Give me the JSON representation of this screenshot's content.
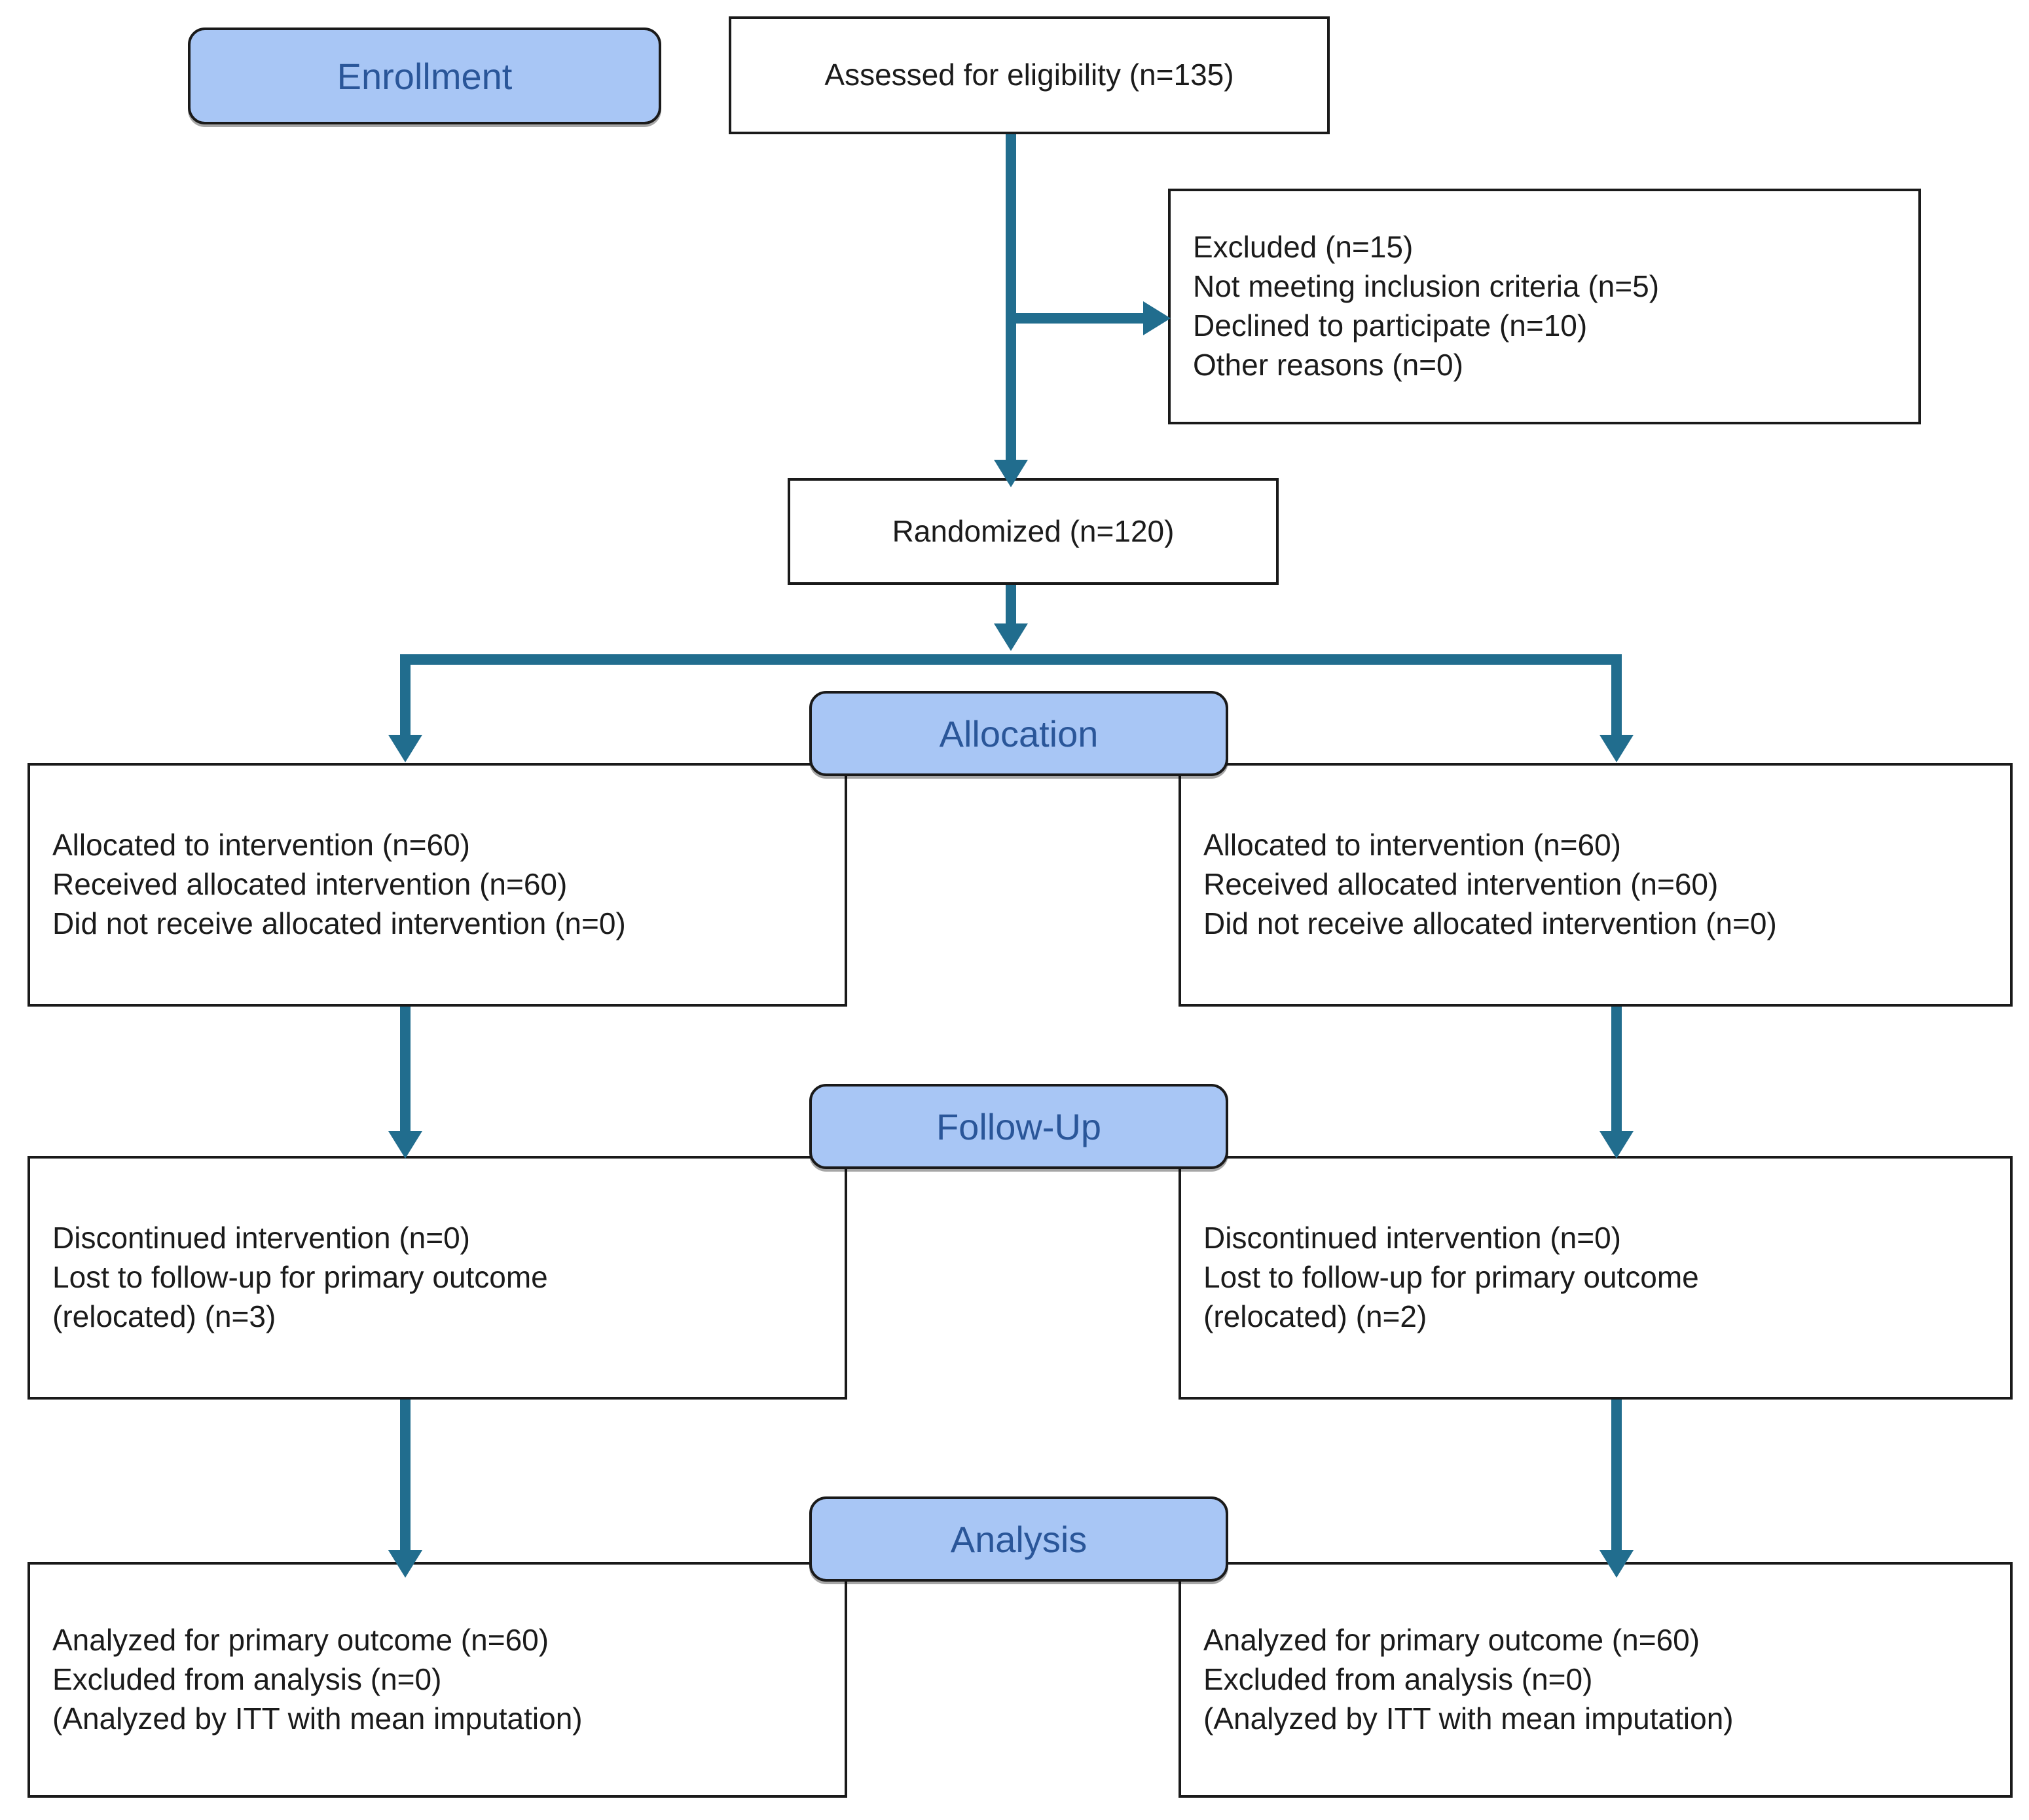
{
  "diagram": {
    "title": "CONSORT participant flow diagram",
    "colors": {
      "banner_fill": "#a8c6f5",
      "banner_text": "#2a5699",
      "connector": "#216d8e",
      "box_border": "#1a1a1a",
      "box_fill": "#ffffff",
      "text": "#1b1b1b"
    }
  },
  "stages": {
    "enrollment": "Enrollment",
    "allocation": "Allocation",
    "follow_up": "Follow-Up",
    "analysis": "Analysis"
  },
  "enrollment": {
    "assessed": {
      "lines": [
        "Assessed for eligibility (n=135)"
      ]
    },
    "excluded": {
      "lines": [
        "Excluded (n=15)",
        "Not meeting inclusion criteria (n=5)",
        "Declined to participate (n=10)",
        "Other reasons (n=0)"
      ]
    },
    "randomized": {
      "lines": [
        "Randomized (n=120)"
      ]
    }
  },
  "allocation": {
    "left": {
      "lines": [
        "Allocated to intervention (n=60)",
        "Received allocated intervention (n=60)",
        "Did not receive allocated intervention (n=0)"
      ]
    },
    "right": {
      "lines": [
        "Allocated to intervention (n=60)",
        "Received allocated intervention (n=60)",
        "Did not receive allocated intervention (n=0)"
      ]
    }
  },
  "follow_up": {
    "left": {
      "lines": [
        "Discontinued intervention (n=0)",
        "Lost to follow-up for primary outcome",
        "(relocated) (n=3)"
      ]
    },
    "right": {
      "lines": [
        "Discontinued intervention (n=0)",
        "Lost to follow-up for primary outcome",
        "(relocated) (n=2)"
      ]
    }
  },
  "analysis": {
    "left": {
      "lines": [
        "Analyzed for primary outcome (n=60)",
        "Excluded from analysis (n=0)",
        "(Analyzed by ITT with mean imputation)"
      ]
    },
    "right": {
      "lines": [
        "Analyzed for primary outcome (n=60)",
        "Excluded from analysis (n=0)",
        "(Analyzed by ITT with mean imputation)"
      ]
    }
  }
}
